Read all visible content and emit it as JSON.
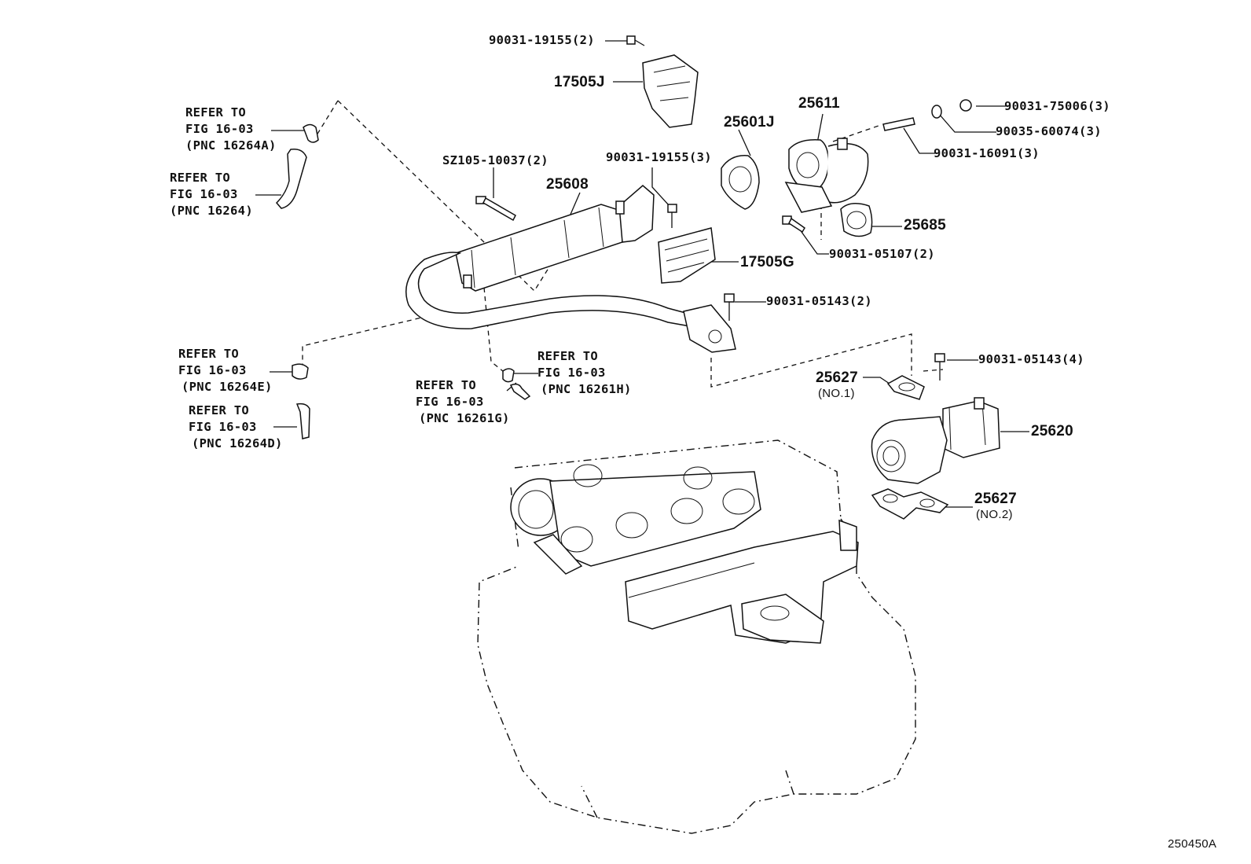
{
  "figure_code": "250450A",
  "labels": {
    "p90031_19155_2": "90031-19155(2)",
    "p17505j": "17505J",
    "refer_a_1": "REFER TO",
    "refer_a_2": "FIG 16-03",
    "refer_a_3": "(PNC 16264A)",
    "refer_b_1": "REFER TO",
    "refer_b_2": "FIG 16-03",
    "refer_b_3": "(PNC 16264)",
    "psz105": "SZ105-10037(2)",
    "p25608": "25608",
    "p90031_19155_3": "90031-19155(3)",
    "p25601j": "25601J",
    "p25611": "25611",
    "p90031_75006": "90031-75006(3)",
    "p90035_60074": "90035-60074(3)",
    "p90031_16091": "90031-16091(3)",
    "p25685": "25685",
    "p17505g": "17505G",
    "p90031_05107": "90031-05107(2)",
    "p90031_05143_2": "90031-05143(2)",
    "refer_e_1": "REFER TO",
    "refer_e_2": "FIG 16-03",
    "refer_e_3": "(PNC 16264E)",
    "refer_h_1": "REFER TO",
    "refer_h_2": "FIG 16-03",
    "refer_h_3": "(PNC 16261H)",
    "refer_g_1": "REFER TO",
    "refer_g_2": "FIG 16-03",
    "refer_g_3": "(PNC 16261G)",
    "refer_d_1": "REFER TO",
    "refer_d_2": "FIG 16-03",
    "refer_d_3": "(PNC 16264D)",
    "p90031_05143_4": "90031-05143(4)",
    "p25627_no1": "25627",
    "p25627_no1_sub": "(NO.1)",
    "p25620": "25620",
    "p25627_no2": "25627",
    "p25627_no2_sub": "(NO.2)"
  }
}
